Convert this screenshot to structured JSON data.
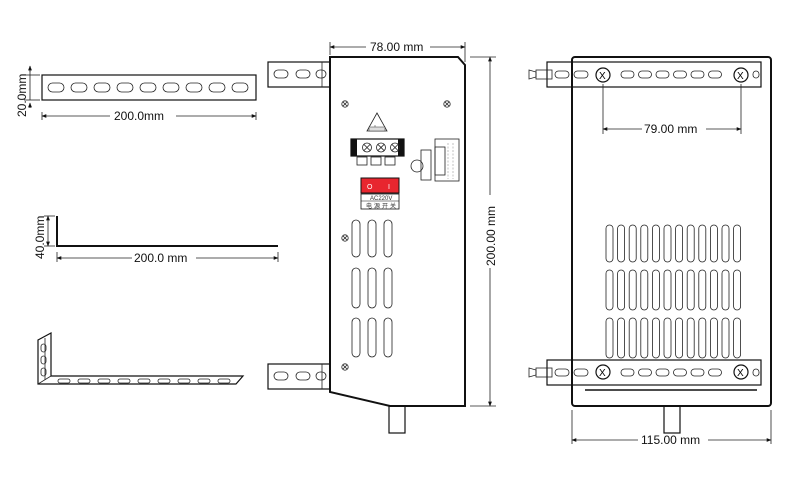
{
  "dimensions": {
    "bracket_height": "20.0mm",
    "bracket_length": "200.0mm",
    "angle_height": "40.0mm",
    "angle_length": "200.0 mm",
    "front_width": "78.00 mm",
    "front_height": "200.00 mm",
    "hole_spacing": "79.00 mm",
    "back_width": "115.00 mm"
  },
  "panel": {
    "switch_label": "AC220V",
    "switch_caption": "电源开关",
    "switch_on": "I",
    "switch_off": "O"
  },
  "colors": {
    "line": "#111111",
    "switch_red": "#e8262f",
    "hatch": "#555555"
  }
}
